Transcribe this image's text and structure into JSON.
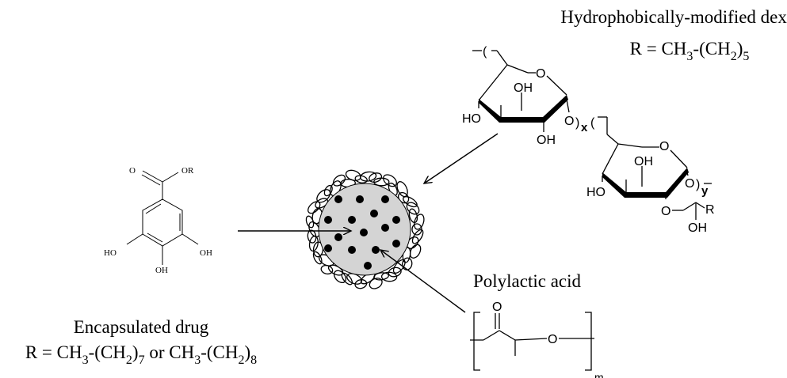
{
  "labels": {
    "dextran_title": "Hydrophobically-modified dextran",
    "dextran_r": {
      "prefix": "R = CH",
      "sub1": "3",
      "mid": "-(CH",
      "sub2": "2",
      "close": ")",
      "sub3": "5"
    },
    "polylactic": "Polylactic acid",
    "drug_title": "Encapsulated drug",
    "drug_r": {
      "prefix": "R = CH",
      "sub1": "3",
      "mid": "-(CH",
      "sub2": "2",
      "close": ")",
      "sub3": "7",
      "or": " or CH",
      "sub4": "3",
      "mid2": "-(CH",
      "sub5": "2",
      "close2": ")",
      "sub6": "8"
    }
  },
  "atoms": {
    "drug": {
      "o_carbonyl": "O",
      "o_ester": "OR",
      "oh_left": "HO",
      "oh_right": "OH",
      "oh_bottom": "OH"
    },
    "dextran": {
      "ring_o1": "O",
      "oh1": "OH",
      "ho1": "HO",
      "o_link": "O",
      "x": "x",
      "oh_bottom1": "OH",
      "ring_o2": "O",
      "oh2": "OH",
      "ho2": "HO",
      "o_end": "O",
      "y": "y",
      "o_side": "O",
      "r_side": "R",
      "oh_side": "OH"
    },
    "pla": {
      "o_carbonyl": "O",
      "o_chain": "O",
      "m": "m"
    }
  },
  "particle": {
    "fill": "#d4d4d4",
    "dots": 15
  }
}
